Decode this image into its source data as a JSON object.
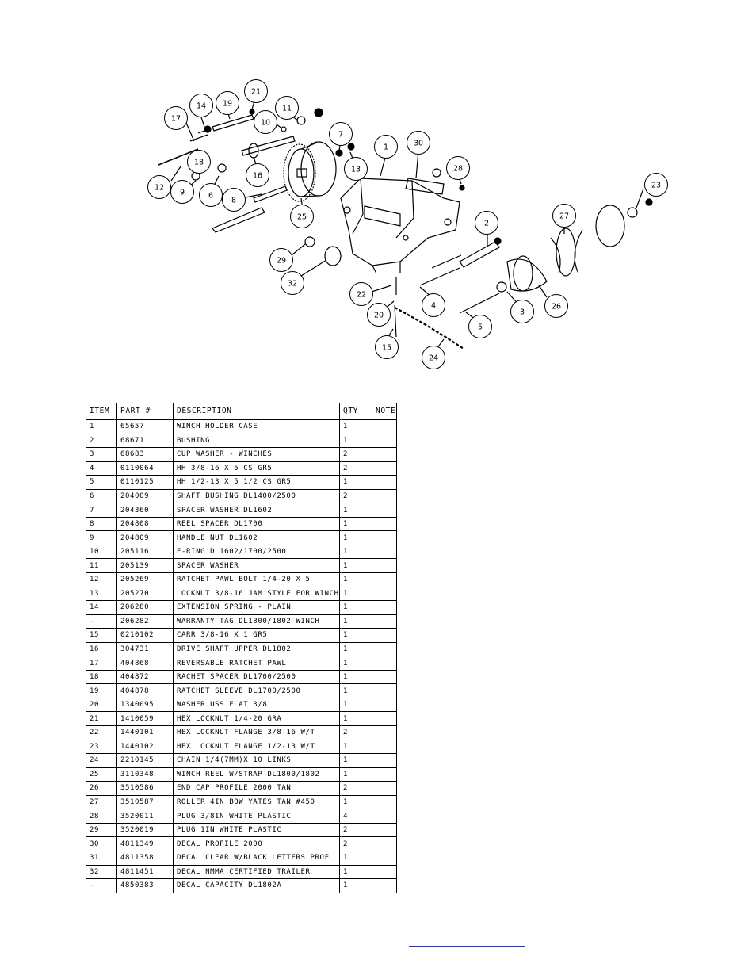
{
  "diagram": {
    "callouts": [
      "17",
      "14",
      "19",
      "21",
      "11",
      "10",
      "7",
      "1",
      "30",
      "28",
      "23",
      "12",
      "18",
      "9",
      "6",
      "16",
      "13",
      "8",
      "25",
      "2",
      "27",
      "29",
      "32",
      "22",
      "4",
      "3",
      "26",
      "20",
      "5",
      "15",
      "24"
    ]
  },
  "table": {
    "headers": [
      "ITEM",
      "PART #",
      "DESCRIPTION",
      "QTY",
      "NOTE"
    ],
    "rows": [
      [
        "1",
        "65657",
        "WINCH HOLDER CASE",
        "1",
        ""
      ],
      [
        "2",
        "68671",
        "BUSHING",
        "1",
        ""
      ],
      [
        "3",
        "68683",
        "CUP WASHER - WINCHES",
        "2",
        ""
      ],
      [
        "4",
        "0110064",
        "HH 3/8-16 X 5 CS GR5",
        "2",
        ""
      ],
      [
        "5",
        "0110125",
        "HH 1/2-13 X 5 1/2 CS GR5",
        "1",
        ""
      ],
      [
        "6",
        "204009",
        "SHAFT BUSHING  DL1400/2500",
        "2",
        ""
      ],
      [
        "7",
        "204360",
        "SPACER WASHER  DL1602",
        "1",
        ""
      ],
      [
        "8",
        "204808",
        "REEL SPACER  DL1700",
        "1",
        ""
      ],
      [
        "9",
        "204809",
        "HANDLE NUT  DL1602",
        "1",
        ""
      ],
      [
        "10",
        "205116",
        "E-RING DL1602/1700/2500",
        "1",
        ""
      ],
      [
        "11",
        "205139",
        "SPACER WASHER",
        "1",
        ""
      ],
      [
        "12",
        "205269",
        "RATCHET PAWL BOLT 1/4-20 X 5",
        "1",
        ""
      ],
      [
        "13",
        "205270",
        "LOCKNUT 3/8-16 JAM STYLE FOR WINCH",
        "1",
        ""
      ],
      [
        "14",
        "206280",
        "EXTENSION SPRING - PLAIN",
        "1",
        ""
      ],
      [
        "-",
        "206282",
        "WARRANTY TAG DL1800/1802 WINCH",
        "1",
        ""
      ],
      [
        "15",
        "0210102",
        "CARR 3/8-16 X 1 GR5",
        "1",
        ""
      ],
      [
        "16",
        "304731",
        "DRIVE SHAFT UPPER  DL1802",
        "1",
        ""
      ],
      [
        "17",
        "404868",
        "REVERSABLE RATCHET PAWL",
        "1",
        ""
      ],
      [
        "18",
        "404872",
        "RACHET SPACER  DL1700/2500",
        "1",
        ""
      ],
      [
        "19",
        "404878",
        "RATCHET SLEEVE  DL1700/2500",
        "1",
        ""
      ],
      [
        "20",
        "1340095",
        "WASHER USS FLAT 3/8",
        "1",
        ""
      ],
      [
        "21",
        "1410059",
        "HEX LOCKNUT 1/4-20 GRA",
        "1",
        ""
      ],
      [
        "22",
        "1440101",
        "HEX LOCKNUT FLANGE 3/8-16 W/T",
        "2",
        ""
      ],
      [
        "23",
        "1440102",
        "HEX LOCKNUT FLANGE 1/2-13 W/T",
        "1",
        ""
      ],
      [
        "24",
        "2210145",
        "CHAIN 1/4(7MM)X 10 LINKS",
        "1",
        ""
      ],
      [
        "25",
        "3110348",
        "WINCH REEL W/STRAP  DL1800/1802",
        "1",
        ""
      ],
      [
        "26",
        "3510586",
        "END CAP PROFILE 2000 TAN",
        "2",
        ""
      ],
      [
        "27",
        "3510587",
        "ROLLER 4IN BOW YATES TAN #450",
        "1",
        ""
      ],
      [
        "28",
        "3520011",
        "PLUG  3/8IN WHITE PLASTIC",
        "4",
        ""
      ],
      [
        "29",
        "3520019",
        "PLUG  1IN WHITE PLASTIC",
        "2",
        ""
      ],
      [
        "30",
        "4811349",
        "DECAL PROFILE 2000",
        "2",
        ""
      ],
      [
        "31",
        "4811358",
        "DECAL CLEAR W/BLACK LETTERS PROF",
        "1",
        ""
      ],
      [
        "32",
        "4811451",
        "DECAL NMMA CERTIFIED TRAILER",
        "1",
        ""
      ],
      [
        "-",
        "4850383",
        "DECAL CAPACITY DL1802A",
        "1",
        ""
      ]
    ]
  }
}
